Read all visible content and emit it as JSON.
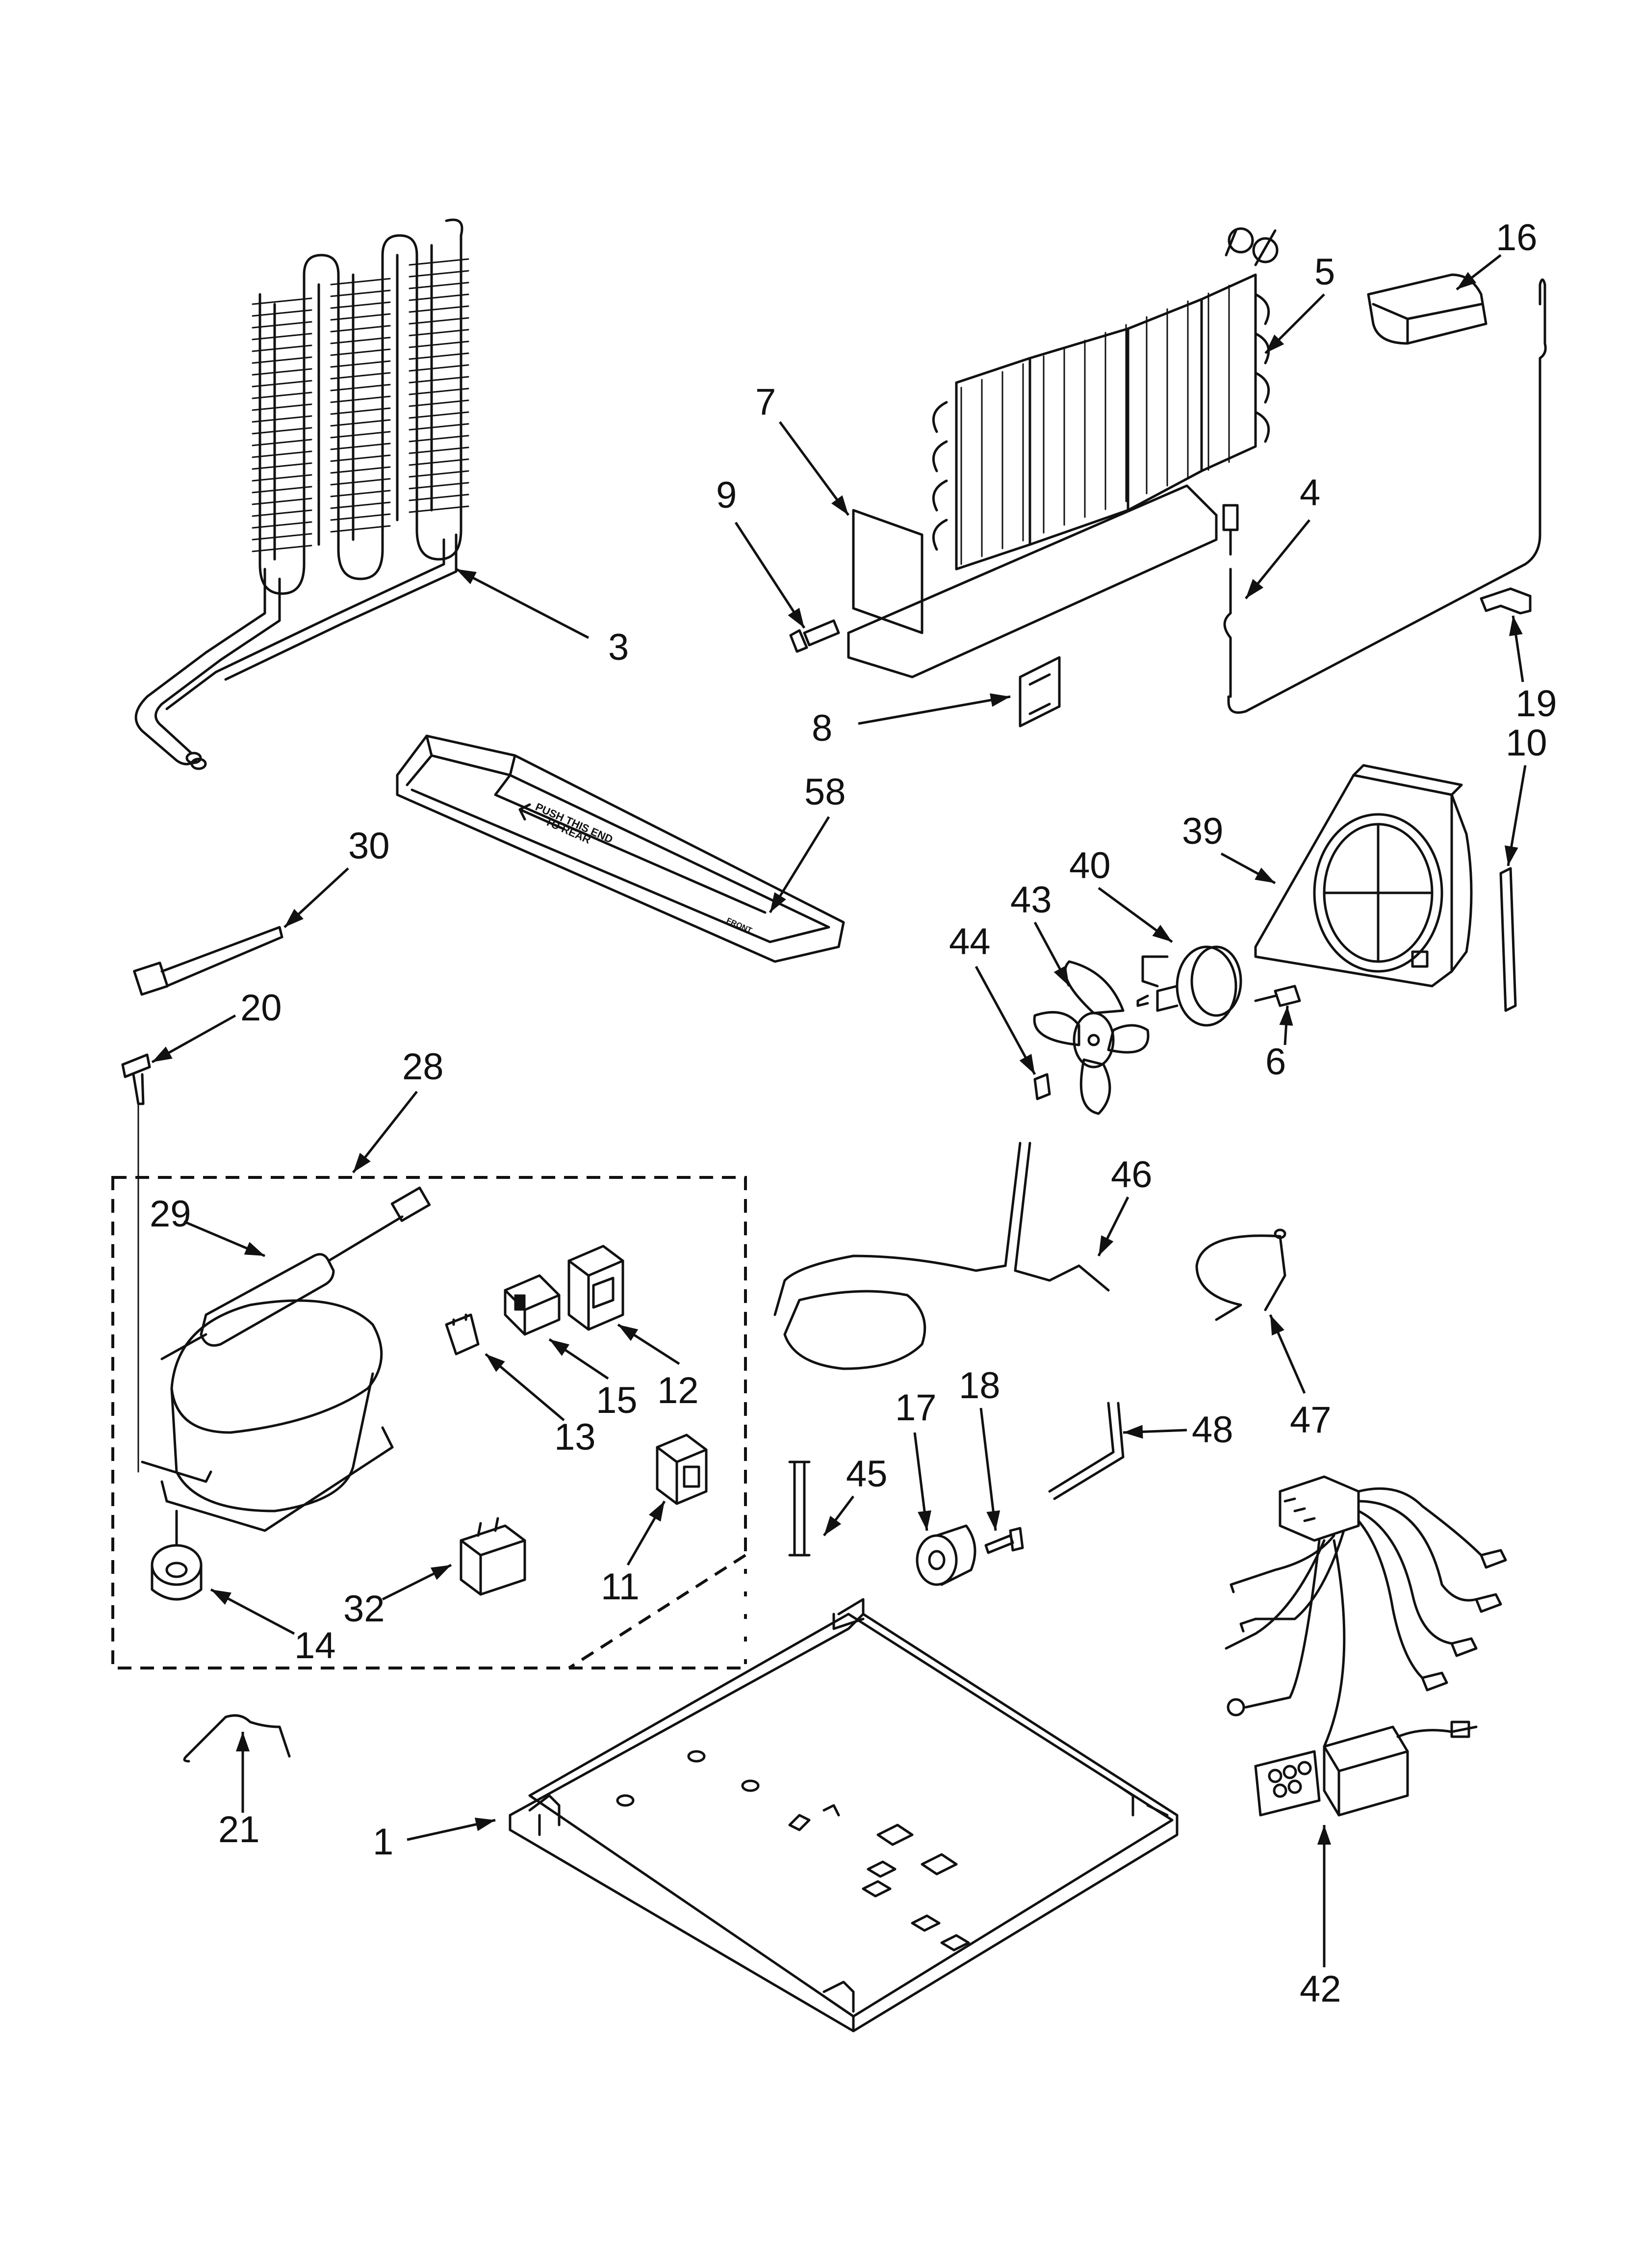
{
  "parts": [
    {
      "id": "p1",
      "label": "1",
      "icon": "base-frame-icon"
    },
    {
      "id": "p3",
      "label": "3",
      "icon": "condenser-coil-icon"
    },
    {
      "id": "p4",
      "label": "4",
      "icon": "harness-wire-icon"
    },
    {
      "id": "p5",
      "label": "5",
      "icon": "evaporator-icon"
    },
    {
      "id": "p6",
      "label": "6",
      "icon": "screw-icon"
    },
    {
      "id": "p7",
      "label": "7",
      "icon": "bracket-icon"
    },
    {
      "id": "p8",
      "label": "8",
      "icon": "clip-icon"
    },
    {
      "id": "p9",
      "label": "9",
      "icon": "screw-icon"
    },
    {
      "id": "p10",
      "label": "10",
      "icon": "strip-icon"
    },
    {
      "id": "p11",
      "label": "11",
      "icon": "relay-icon"
    },
    {
      "id": "p12",
      "label": "12",
      "icon": "cover-icon"
    },
    {
      "id": "p13",
      "label": "13",
      "icon": "clip-icon"
    },
    {
      "id": "p14",
      "label": "14",
      "icon": "grommet-icon"
    },
    {
      "id": "p15",
      "label": "15",
      "icon": "overload-icon"
    },
    {
      "id": "p16",
      "label": "16",
      "icon": "cap-icon"
    },
    {
      "id": "p17",
      "label": "17",
      "icon": "roller-icon"
    },
    {
      "id": "p18",
      "label": "18",
      "icon": "screw-icon"
    },
    {
      "id": "p19",
      "label": "19",
      "icon": "clip-icon"
    },
    {
      "id": "p20",
      "label": "20",
      "icon": "screw-icon"
    },
    {
      "id": "p21",
      "label": "21",
      "icon": "wire-clip-icon"
    },
    {
      "id": "p28",
      "label": "28",
      "icon": "compressor-kit-icon"
    },
    {
      "id": "p29",
      "label": "29",
      "icon": "drier-icon"
    },
    {
      "id": "p30",
      "label": "30",
      "icon": "cable-tie-icon"
    },
    {
      "id": "p32",
      "label": "32",
      "icon": "capacitor-icon"
    },
    {
      "id": "p39",
      "label": "39",
      "icon": "fan-shroud-icon"
    },
    {
      "id": "p40",
      "label": "40",
      "icon": "fan-motor-icon"
    },
    {
      "id": "p42",
      "label": "42",
      "icon": "wire-harness-icon"
    },
    {
      "id": "p43",
      "label": "43",
      "icon": "fan-blade-icon"
    },
    {
      "id": "p44",
      "label": "44",
      "icon": "washer-icon"
    },
    {
      "id": "p45",
      "label": "45",
      "icon": "pin-icon"
    },
    {
      "id": "p46",
      "label": "46",
      "icon": "tube-icon"
    },
    {
      "id": "p47",
      "label": "47",
      "icon": "tube-icon"
    },
    {
      "id": "p48",
      "label": "48",
      "icon": "tube-icon"
    },
    {
      "id": "p58",
      "label": "58",
      "icon": "drain-pan-icon"
    }
  ],
  "pan_text": {
    "line1": "PUSH THIS END",
    "line2": "TO REAR",
    "front": "FRONT"
  }
}
